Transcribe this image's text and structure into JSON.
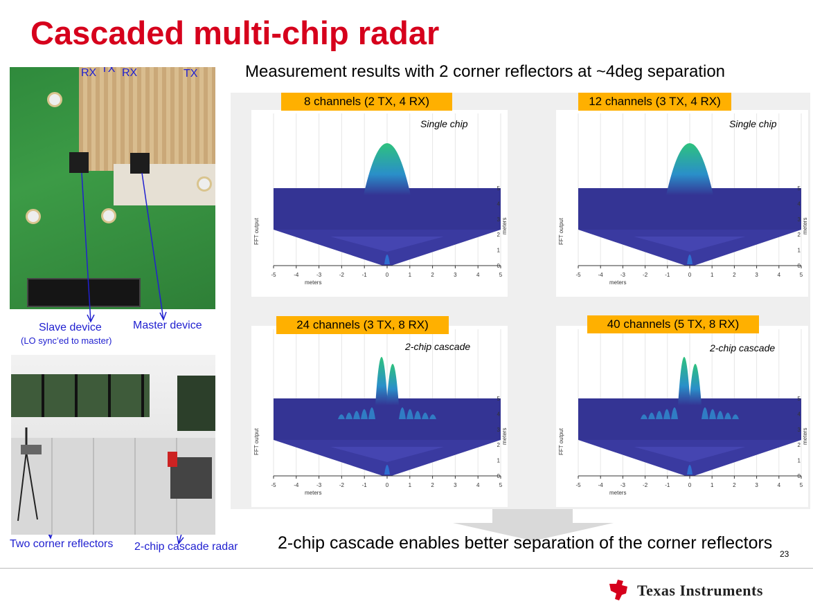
{
  "slide": {
    "title": "Cascaded multi-chip radar",
    "subtitle": "Measurement results with 2 corner reflectors at ~4deg separation",
    "conclusion": "2-chip cascade enables better separation of the corner reflectors",
    "page_number": "23"
  },
  "pcb_photo": {
    "labels": {
      "rx1": "RX",
      "tx1": "TX",
      "rx2": "RX",
      "tx2": "TX"
    },
    "slave_label": "Slave device",
    "slave_note": "(LO sync’ed to master)",
    "master_label": "Master device"
  },
  "room_photo": {
    "reflectors_label": "Two corner reflectors",
    "radar_label": "2-chip cascade radar"
  },
  "plots": [
    {
      "header": "8 channels (2 TX, 4 RX)",
      "tag": "Single chip",
      "peaks": 1
    },
    {
      "header": "12 channels (3 TX, 4 RX)",
      "tag": "Single chip",
      "peaks": 1
    },
    {
      "header": "24 channels (3 TX, 8 RX)",
      "tag": "2-chip cascade",
      "peaks": 2
    },
    {
      "header": "40 channels (5 TX, 8 RX)",
      "tag": "2-chip cascade",
      "peaks": 2
    }
  ],
  "plot_axes": {
    "x_label": "meters",
    "y_label": "FFT output",
    "depth_label": "meters",
    "x_ticks": [
      "-5",
      "-4",
      "-3",
      "-2",
      "-1",
      "0",
      "1",
      "2",
      "3",
      "4",
      "5"
    ],
    "depth_ticks": [
      "0",
      "1",
      "2",
      "3",
      "4",
      "5"
    ]
  },
  "logo": {
    "text": "Texas Instruments"
  },
  "colors": {
    "title": "#d6001c",
    "header_bg": "#ffb000",
    "label_blue": "#2020d0",
    "surface": "#343494"
  }
}
